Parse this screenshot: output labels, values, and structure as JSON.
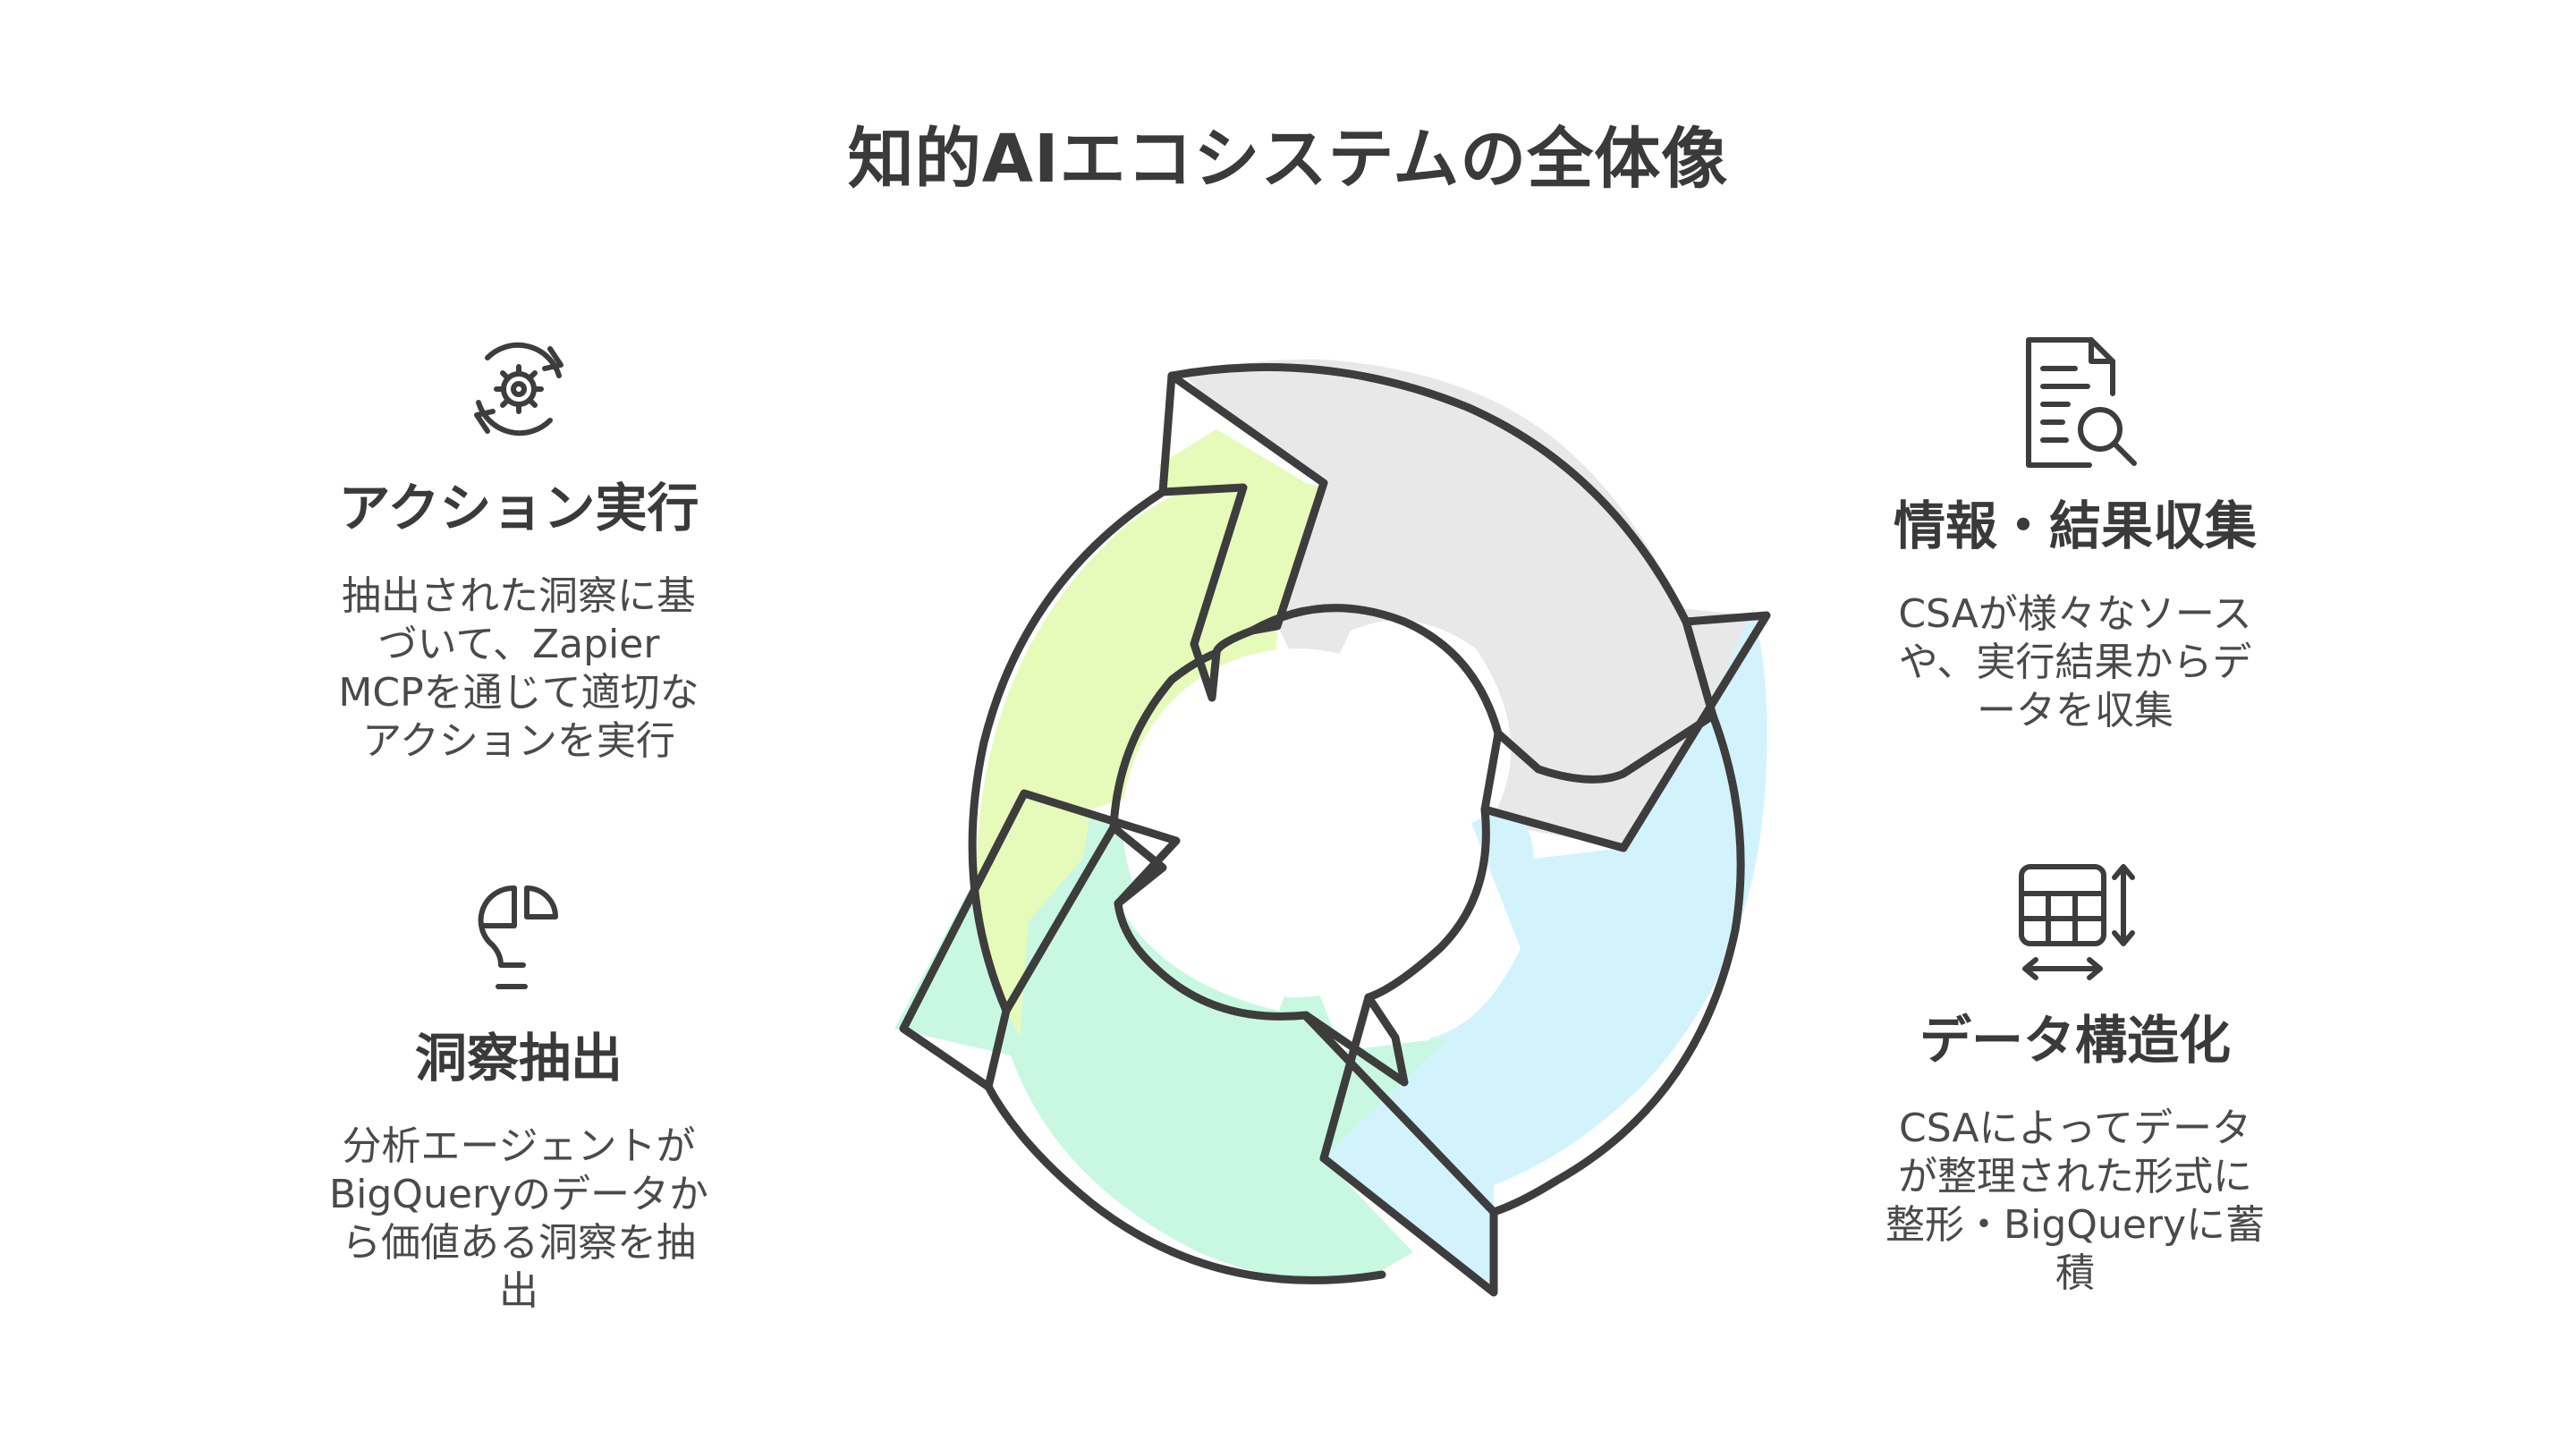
{
  "title": "知的AIエコシステムの全体像",
  "cycle": {
    "segment_colors": {
      "top": "#e8e8e8",
      "right": "#d3f3fc",
      "bottom": "#c8f8e2",
      "left": "#e6fbba"
    },
    "stroke_color": "#3d3d3d"
  },
  "blocks": {
    "action": {
      "icon": "gear-cycle-icon",
      "heading": "アクション実行",
      "lines": [
        "抽出された洞察に基",
        "づいて、Zapier",
        "MCPを通じて適切な",
        "アクションを実行"
      ]
    },
    "insight": {
      "icon": "lightbulb-chart-icon",
      "heading": "洞察抽出",
      "lines": [
        "分析エージェントが",
        "BigQueryのデータか",
        "ら価値ある洞察を抽",
        "出"
      ]
    },
    "collect": {
      "icon": "document-search-icon",
      "heading": "情報・結果収集",
      "lines": [
        "CSAが様々なソース",
        "や、実行結果からデ",
        "ータを収集"
      ]
    },
    "structure": {
      "icon": "table-resize-icon",
      "heading": "データ構造化",
      "lines": [
        "CSAによってデータ",
        "が整理された形式に",
        "整形・BigQueryに蓄",
        "積"
      ]
    }
  }
}
